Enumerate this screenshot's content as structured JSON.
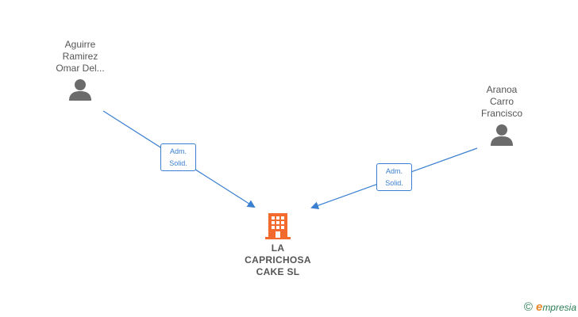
{
  "nodes": {
    "person1": {
      "lines": [
        "Aguirre",
        "Ramirez",
        "Omar Del..."
      ],
      "icon": "person-icon"
    },
    "person2": {
      "lines": [
        "Aranoa",
        "Carro",
        "Francisco"
      ],
      "icon": "person-icon"
    },
    "company": {
      "lines": [
        "LA",
        "CAPRICHOSA",
        "CAKE  SL"
      ],
      "icon": "building-icon"
    }
  },
  "edges": [
    {
      "from": "person1",
      "to": "company",
      "label": [
        "Adm.",
        "Solid."
      ]
    },
    {
      "from": "person2",
      "to": "company",
      "label": [
        "Adm.",
        "Solid."
      ]
    }
  ],
  "brand": {
    "symbol": "©",
    "initial": "e",
    "rest": "mpresia"
  },
  "colors": {
    "edge": "#3a7fd0",
    "person": "#6b6b6b",
    "company": "#f26a2e",
    "brand": "#2d7d55",
    "brand_accent": "#e8862a"
  }
}
